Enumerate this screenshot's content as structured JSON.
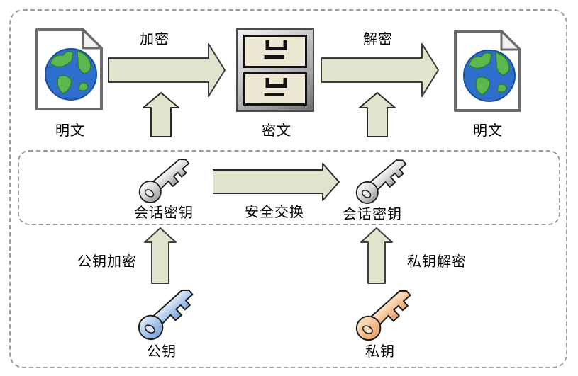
{
  "diagram": {
    "top_flow": {
      "plaintext_left_label": "明文",
      "encrypt_label": "加密",
      "ciphertext_label": "密文",
      "decrypt_label": "解密",
      "plaintext_right_label": "明文"
    },
    "session_row": {
      "session_key_left_label": "会话密钥",
      "exchange_label": "安全交换",
      "session_key_right_label": "会话密钥"
    },
    "bottom_row": {
      "public_key_encrypt_label": "公钥加密",
      "public_key_label": "公钥",
      "private_key_decrypt_label": "私钥解密",
      "private_key_label": "私钥"
    },
    "colors": {
      "arrow_fill": "#e0e4cd",
      "arrow_outline": "#3a3a3a",
      "session_key_fill": "#c6c6c6",
      "public_key_fill": "#a9c6ea",
      "private_key_fill": "#f6c193",
      "drawer_fill": "#ece8d3",
      "globe_ocean": "#2e6ecd",
      "globe_land": "#5cb84e",
      "dashed_border": "#9c9c9c"
    }
  }
}
